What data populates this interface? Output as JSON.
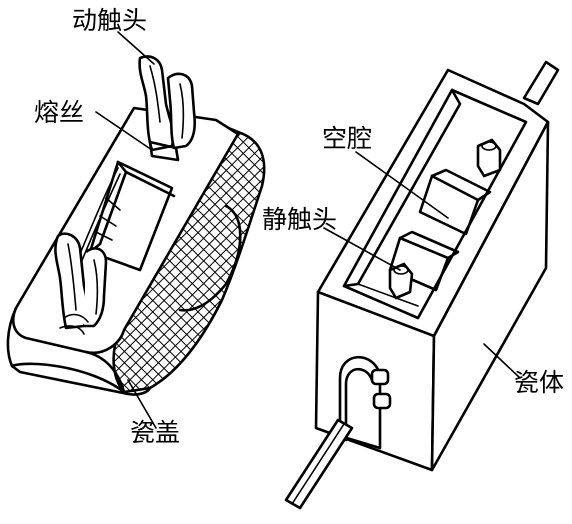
{
  "labels": {
    "moving_contact": "动触头",
    "fuse_wire": "熔丝",
    "cavity": "空腔",
    "static_contact": "静触头",
    "porcelain_cover": "瓷盖",
    "porcelain_body": "瓷体"
  }
}
